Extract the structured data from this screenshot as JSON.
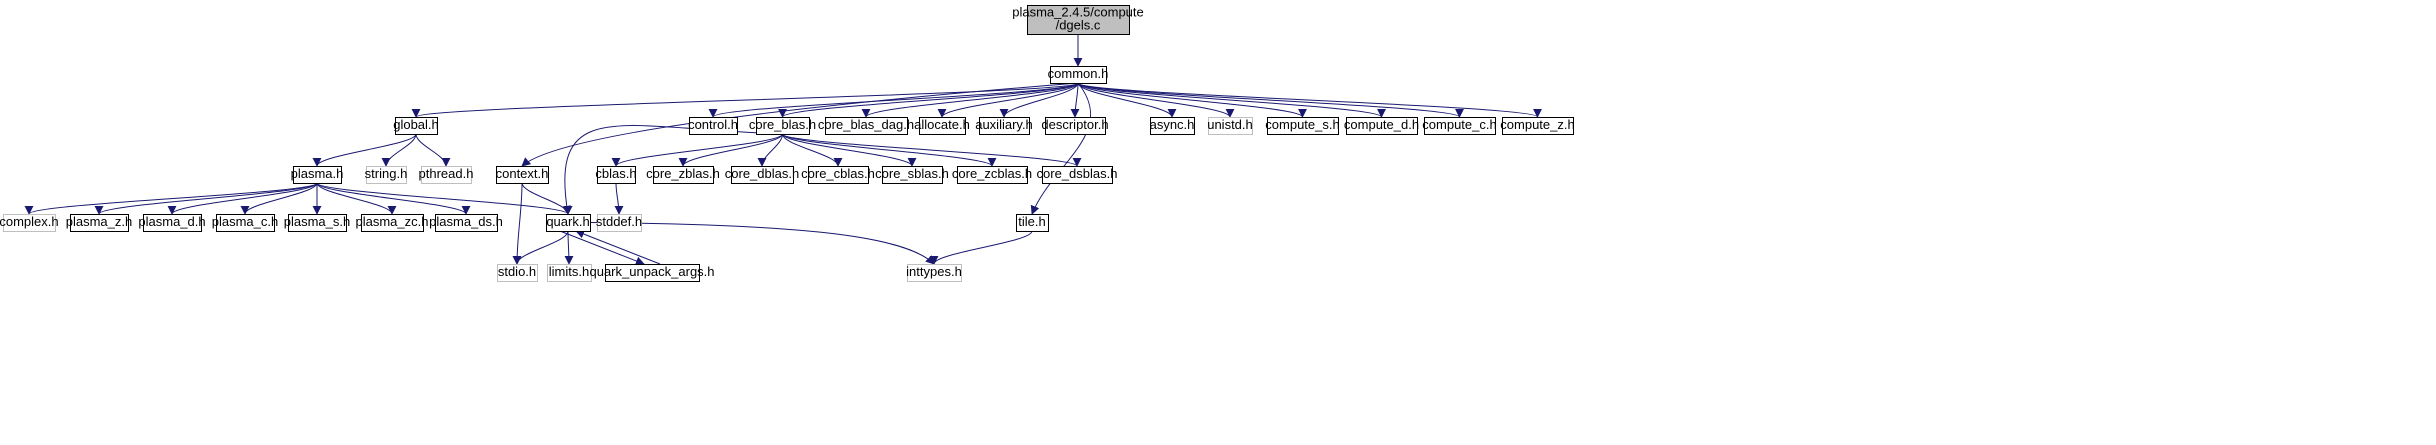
{
  "diagram": {
    "root": {
      "id": "root",
      "lines": [
        "plasma_2.4.5/compute",
        "/dgels.c"
      ]
    },
    "nodes": [
      {
        "id": "common",
        "label": "common.h",
        "style": "normal"
      },
      {
        "id": "global",
        "label": "global.h",
        "style": "normal"
      },
      {
        "id": "control",
        "label": "control.h",
        "style": "normal"
      },
      {
        "id": "core_blas",
        "label": "core_blas.h",
        "style": "normal"
      },
      {
        "id": "core_blas_dag",
        "label": "core_blas_dag.h",
        "style": "normal"
      },
      {
        "id": "allocate",
        "label": "allocate.h",
        "style": "normal"
      },
      {
        "id": "auxiliary",
        "label": "auxiliary.h",
        "style": "normal"
      },
      {
        "id": "descriptor",
        "label": "descriptor.h",
        "style": "normal"
      },
      {
        "id": "async",
        "label": "async.h",
        "style": "normal"
      },
      {
        "id": "unistd",
        "label": "unistd.h",
        "style": "muted"
      },
      {
        "id": "compute_s",
        "label": "compute_s.h",
        "style": "normal"
      },
      {
        "id": "compute_d",
        "label": "compute_d.h",
        "style": "normal"
      },
      {
        "id": "compute_c",
        "label": "compute_c.h",
        "style": "normal"
      },
      {
        "id": "compute_z",
        "label": "compute_z.h",
        "style": "normal"
      },
      {
        "id": "plasma",
        "label": "plasma.h",
        "style": "normal"
      },
      {
        "id": "string",
        "label": "string.h",
        "style": "muted"
      },
      {
        "id": "pthread",
        "label": "pthread.h",
        "style": "muted"
      },
      {
        "id": "context",
        "label": "context.h",
        "style": "normal"
      },
      {
        "id": "cblas",
        "label": "cblas.h",
        "style": "normal"
      },
      {
        "id": "core_zblas",
        "label": "core_zblas.h",
        "style": "normal"
      },
      {
        "id": "core_dblas",
        "label": "core_dblas.h",
        "style": "normal"
      },
      {
        "id": "core_cblas",
        "label": "core_cblas.h",
        "style": "normal"
      },
      {
        "id": "core_sblas",
        "label": "core_sblas.h",
        "style": "normal"
      },
      {
        "id": "core_zcblas",
        "label": "core_zcblas.h",
        "style": "normal"
      },
      {
        "id": "core_dsblas",
        "label": "core_dsblas.h",
        "style": "normal"
      },
      {
        "id": "stddef",
        "label": "stddef.h",
        "style": "muted"
      },
      {
        "id": "tile",
        "label": "tile.h",
        "style": "normal"
      },
      {
        "id": "complex",
        "label": "complex.h",
        "style": "muted"
      },
      {
        "id": "plasma_z",
        "label": "plasma_z.h",
        "style": "normal"
      },
      {
        "id": "plasma_d",
        "label": "plasma_d.h",
        "style": "normal"
      },
      {
        "id": "plasma_c",
        "label": "plasma_c.h",
        "style": "normal"
      },
      {
        "id": "plasma_s",
        "label": "plasma_s.h",
        "style": "normal"
      },
      {
        "id": "plasma_zc",
        "label": "plasma_zc.h",
        "style": "normal"
      },
      {
        "id": "plasma_ds",
        "label": "plasma_ds.h",
        "style": "normal"
      },
      {
        "id": "quark",
        "label": "quark.h",
        "style": "normal"
      },
      {
        "id": "stdio",
        "label": "stdio.h",
        "style": "muted"
      },
      {
        "id": "limits",
        "label": "limits.h",
        "style": "muted"
      },
      {
        "id": "quark_unpack_args",
        "label": "quark_unpack_args.h",
        "style": "normal"
      },
      {
        "id": "inttypes",
        "label": "inttypes.h",
        "style": "muted"
      }
    ],
    "edges": [
      [
        "root",
        "common"
      ],
      [
        "common",
        "global"
      ],
      [
        "common",
        "control"
      ],
      [
        "common",
        "core_blas"
      ],
      [
        "common",
        "core_blas_dag"
      ],
      [
        "common",
        "allocate"
      ],
      [
        "common",
        "auxiliary"
      ],
      [
        "common",
        "descriptor"
      ],
      [
        "common",
        "async"
      ],
      [
        "common",
        "unistd"
      ],
      [
        "common",
        "compute_s"
      ],
      [
        "common",
        "compute_d"
      ],
      [
        "common",
        "compute_c"
      ],
      [
        "common",
        "compute_z"
      ],
      [
        "common",
        "context"
      ],
      [
        "common",
        "tile"
      ],
      [
        "global",
        "plasma"
      ],
      [
        "global",
        "string"
      ],
      [
        "global",
        "pthread"
      ],
      [
        "plasma",
        "complex"
      ],
      [
        "plasma",
        "plasma_z"
      ],
      [
        "plasma",
        "plasma_d"
      ],
      [
        "plasma",
        "plasma_c"
      ],
      [
        "plasma",
        "plasma_s"
      ],
      [
        "plasma",
        "plasma_zc"
      ],
      [
        "plasma",
        "plasma_ds"
      ],
      [
        "plasma",
        "quark"
      ],
      [
        "context",
        "quark"
      ],
      [
        "context",
        "stdio"
      ],
      [
        "core_blas",
        "quark"
      ],
      [
        "core_blas",
        "cblas"
      ],
      [
        "core_blas",
        "core_zblas"
      ],
      [
        "core_blas",
        "core_dblas"
      ],
      [
        "core_blas",
        "core_cblas"
      ],
      [
        "core_blas",
        "core_sblas"
      ],
      [
        "core_blas",
        "core_zcblas"
      ],
      [
        "core_blas",
        "core_dsblas"
      ],
      [
        "cblas",
        "stddef"
      ],
      [
        "quark",
        "stdio"
      ],
      [
        "quark",
        "limits"
      ],
      [
        "quark",
        "quark_unpack_args"
      ],
      [
        "quark",
        "inttypes"
      ],
      [
        "quark_unpack_args",
        "quark"
      ],
      [
        "tile",
        "inttypes"
      ]
    ],
    "colors": {
      "edge": "#191970",
      "normal_border": "#000000",
      "muted_border": "#bfbfbf",
      "root_fill": "#bfbfbf",
      "node_fill": "#ffffff"
    }
  }
}
